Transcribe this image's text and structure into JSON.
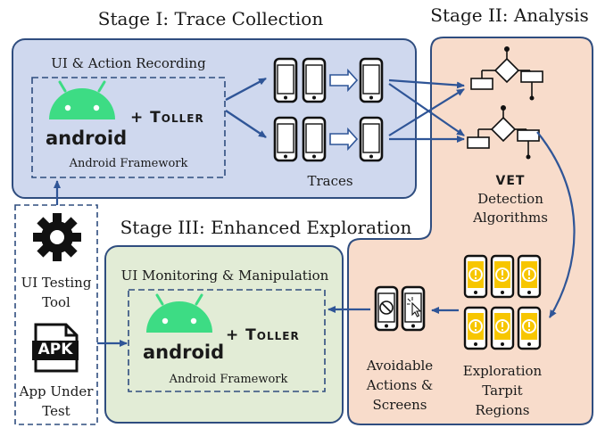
{
  "stages": {
    "stage1_title": "Stage I: Trace Collection",
    "stage2_title": "Stage II: Analysis",
    "stage3_title": "Stage III: Enhanced Exploration"
  },
  "stage1": {
    "recording_label": "UI & Action Recording",
    "android_word": "android",
    "toller_label": "+ Toller",
    "framework_label": "Android Framework",
    "traces_label": "Traces"
  },
  "stage2": {
    "vet_label": "VET",
    "detection_line1": "Detection",
    "detection_line2": "Algorithms",
    "tarpit_line1": "Exploration",
    "tarpit_line2": "Tarpit",
    "tarpit_line3": "Regions",
    "avoid_line1": "Avoidable",
    "avoid_line2": "Actions &",
    "avoid_line3": "Screens"
  },
  "stage3": {
    "monitoring_label": "UI Monitoring & Manipulation",
    "android_word": "android",
    "toller_label": "+ Toller",
    "framework_label": "Android Framework"
  },
  "inputs": {
    "tool_line1": "UI Testing",
    "tool_line2": "Tool",
    "apk_badge": "APK",
    "app_line1": "App Under",
    "app_line2": "Test"
  },
  "colors": {
    "stage1_fill": "#cfd8ee",
    "stage2_fill": "#f8dccb",
    "stage3_fill": "#e2ecd6",
    "box_stroke": "#2f4d7f",
    "arrow": "#2f5597",
    "android_green": "#3ddc84",
    "warning_yellow": "#f7c600"
  }
}
